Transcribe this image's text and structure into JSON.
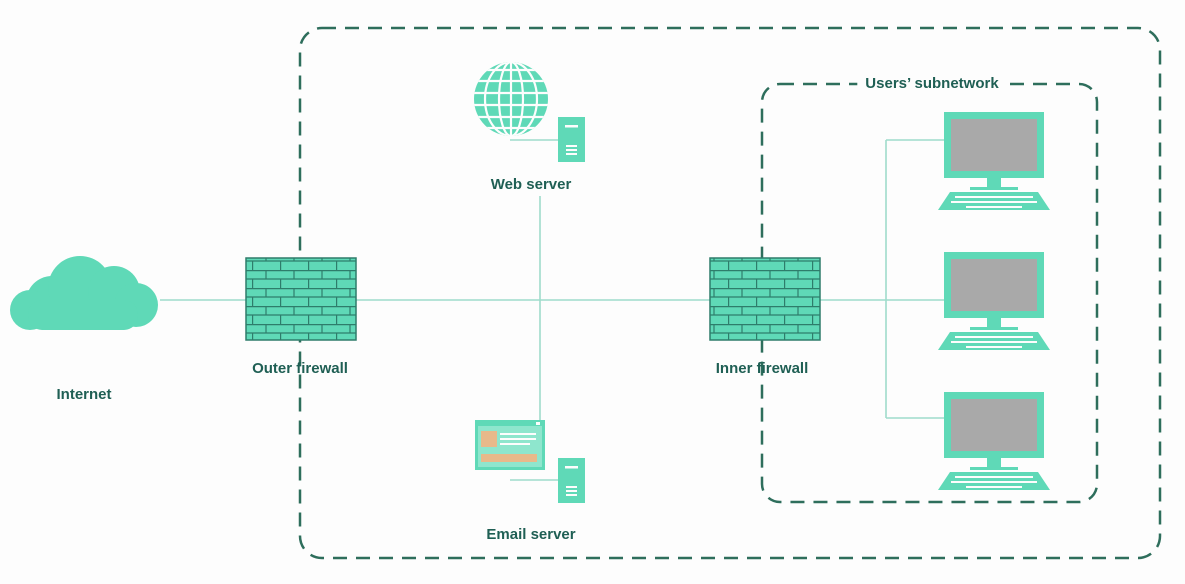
{
  "labels": {
    "internet": "Internet",
    "outer_firewall": "Outer firewall",
    "web_server": "Web server",
    "email_server": "Email server",
    "inner_firewall": "Inner firewall",
    "users_subnetwork": "Users’ subnetwork"
  },
  "colors": {
    "accent": "#5fd9b7",
    "accent_dark": "#2e7d6b",
    "line": "#9fdccb",
    "dash": "#2e6e5c",
    "screen": "#a9a9a9",
    "text": "#1f5f54"
  }
}
